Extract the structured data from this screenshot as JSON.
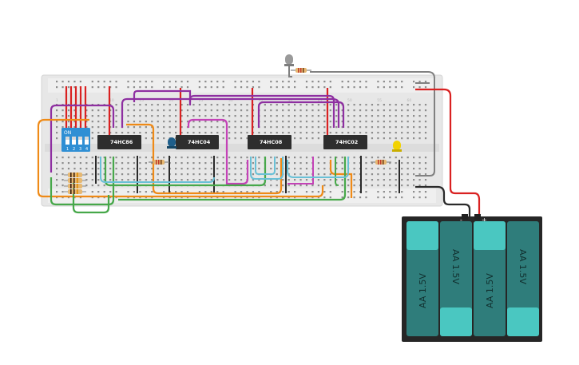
{
  "chips": [
    {
      "label": "74HC86"
    },
    {
      "label": "74HC04"
    },
    {
      "label": "74HC08"
    },
    {
      "label": "74HC02"
    }
  ],
  "dip_switch": {
    "on_label": "ON",
    "numbers": [
      "1",
      "2",
      "3",
      "4"
    ]
  },
  "battery_pack": {
    "cells": [
      {
        "label": "AA 1.5V"
      },
      {
        "label": "AA 1.5V"
      },
      {
        "label": "AA 1.5V"
      },
      {
        "label": "AA 1.5V"
      }
    ],
    "plus_label": "+",
    "minus_label": "-"
  },
  "breadboard": {
    "column_numbers": [
      "1",
      "5",
      "10",
      "15",
      "20",
      "25",
      "30",
      "35",
      "40",
      "45",
      "50",
      "55",
      "60"
    ]
  },
  "colors": {
    "board": "#e7e7e7",
    "chip": "#2e2e2e",
    "dip_switch": "#2f8fd4",
    "battery_cell": "#2f7d7b",
    "battery_accent": "#4ac7c1",
    "wire_red": "#d92121",
    "wire_purple": "#8e2fa1",
    "wire_orange": "#ef8a17",
    "wire_green": "#47a84a",
    "wire_cyan": "#69c0d6",
    "wire_magenta": "#c442b7",
    "wire_gray": "#808080",
    "wire_black": "#2a2a2a",
    "led_blue": "#1f5f8b",
    "led_yellow": "#f2d200"
  }
}
